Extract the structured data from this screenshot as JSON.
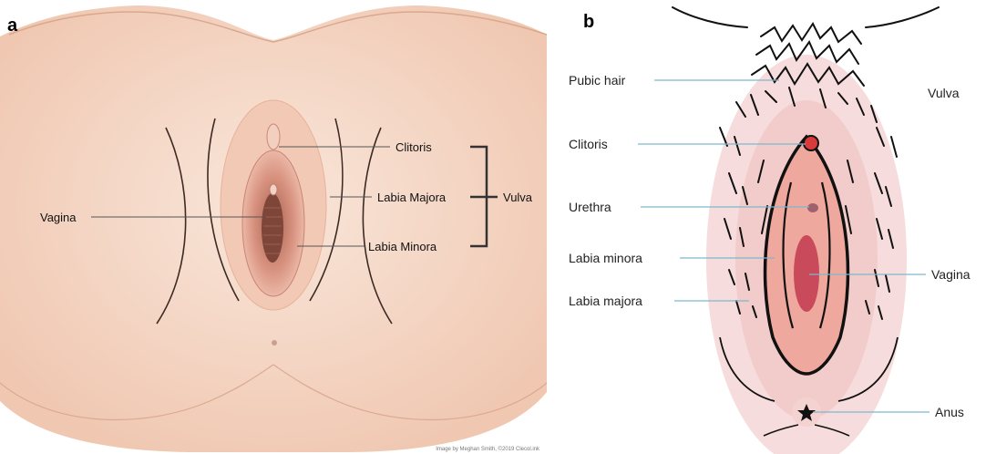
{
  "panel_a": {
    "letter": "a",
    "labels": {
      "clitoris": "Clitoris",
      "labia_majora": "Labia Majora",
      "labia_minora": "Labia Minora",
      "vulva": "Vulva",
      "vagina": "Vagina"
    },
    "credit": "Image by Meghan Smith, ©2019 Clecol.ink"
  },
  "panel_b": {
    "letter": "b",
    "labels": {
      "pubic_hair": "Pubic hair",
      "clitoris": "Clitoris",
      "urethra": "Urethra",
      "labia_minora": "Labia minora",
      "labia_majora": "Labia majora",
      "vulva": "Vulva",
      "vagina": "Vagina",
      "anus": "Anus"
    }
  },
  "colors": {
    "skin_a": "#f4d2bd",
    "skin_a_light": "#f9e3d6",
    "inner_a": "#e4a695",
    "leader_a": "#555555",
    "bracket": "#333333",
    "skin_b_outer": "#f6dcdc",
    "skin_b_inner": "#efb2a8",
    "vagina_b": "#c94a5a",
    "clitoris_b": "#d93a3a",
    "leader_b": "#7fb7cc"
  }
}
